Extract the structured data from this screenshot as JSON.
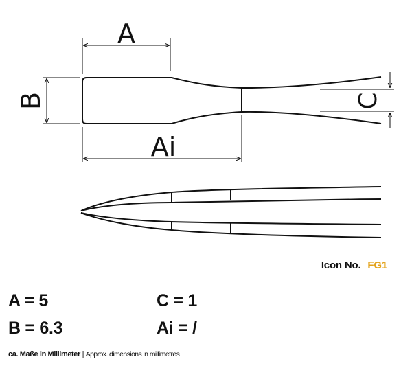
{
  "diagram": {
    "labels": {
      "a": "A",
      "b": "B",
      "c": "C",
      "ai": "Ai"
    }
  },
  "icon": {
    "label": "Icon No.",
    "code": "FG1",
    "code_color": "#e3a21a"
  },
  "dimensions": {
    "a": "A = 5",
    "c": "C = 1",
    "b": "B = 6.3",
    "ai": "Ai = /"
  },
  "note": {
    "german": "ca. Maße in Millimeter",
    "separator": "|",
    "english": "Approx. dimensions in millimetres"
  }
}
